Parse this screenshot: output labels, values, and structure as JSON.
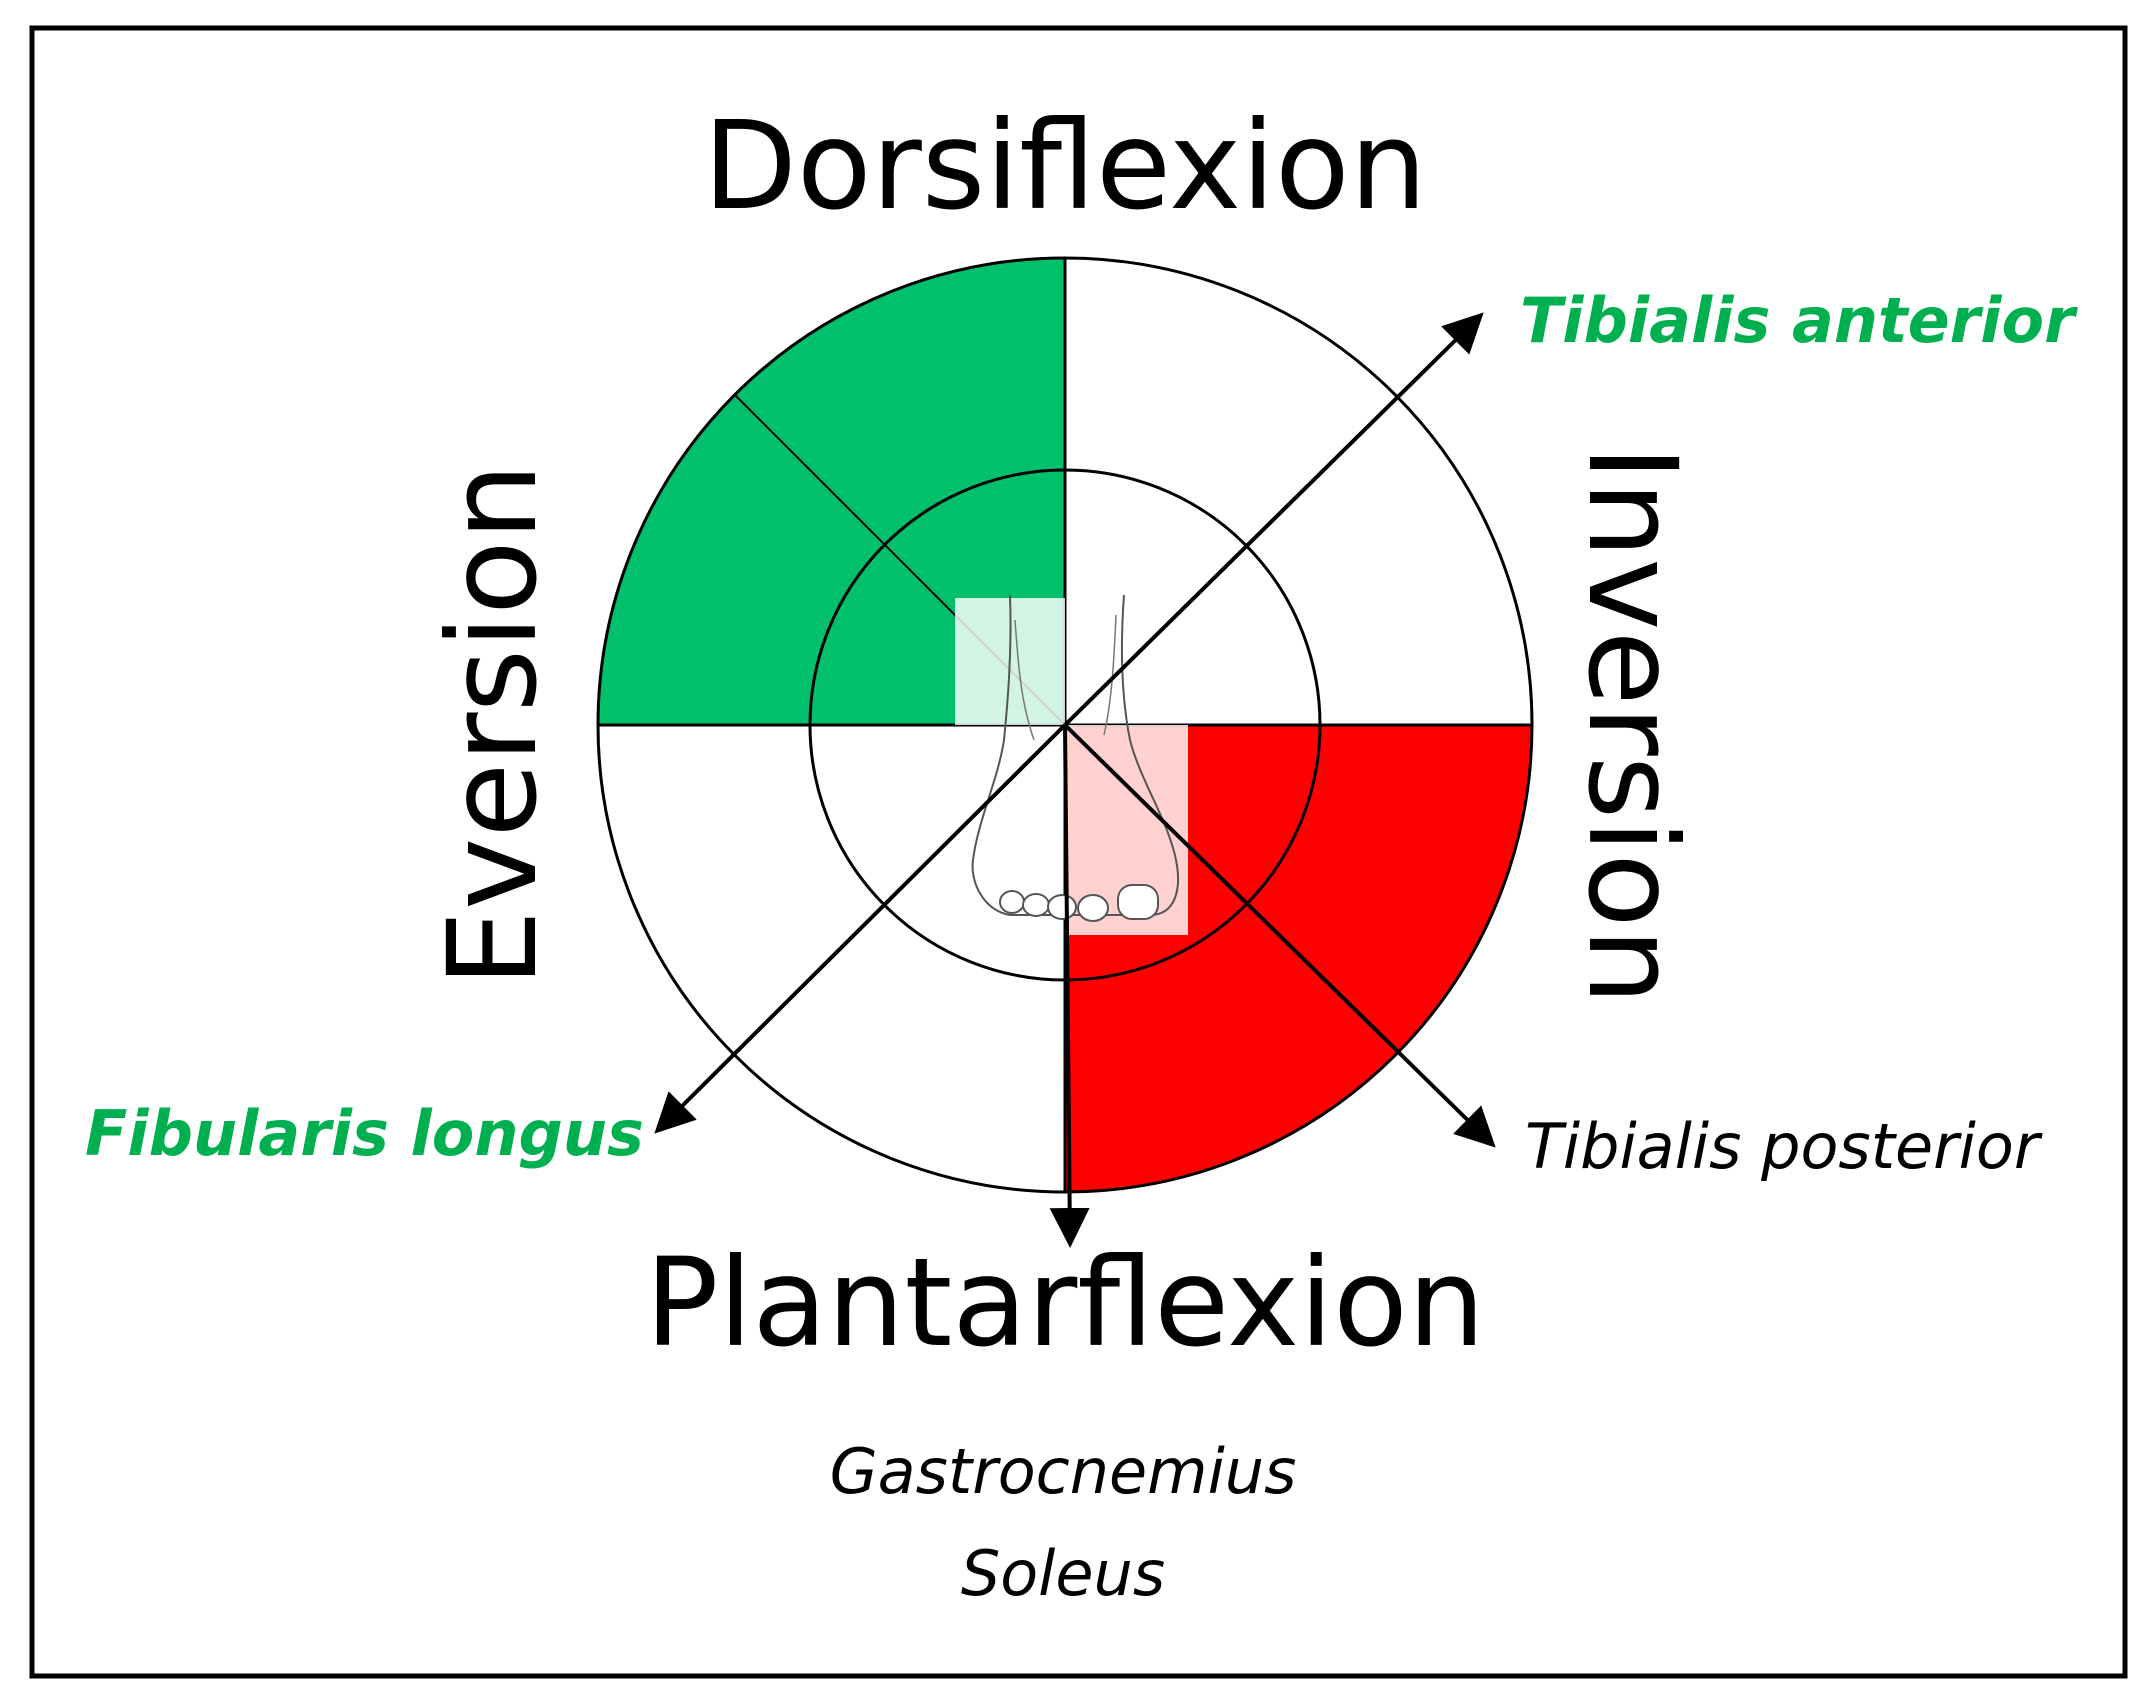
{
  "movements": {
    "top": "Dorsiflexion",
    "bottom": "Plantarflexion",
    "left": "Eversion",
    "right": "Inversion"
  },
  "muscles": {
    "tibialis_anterior": "Tibialis anterior",
    "fibularis_longus": "Fibularis longus",
    "tibialis_posterior": "Tibialis posterior",
    "gastrocnemius": "Gastrocnemius",
    "soleus": "Soleus"
  },
  "colors": {
    "green_sector": "#00c06b",
    "red_sector": "#ff0000",
    "green_text": "#00b050",
    "black": "#000000",
    "background": "#ffffff"
  },
  "icons": {
    "center": "foot-icon"
  }
}
